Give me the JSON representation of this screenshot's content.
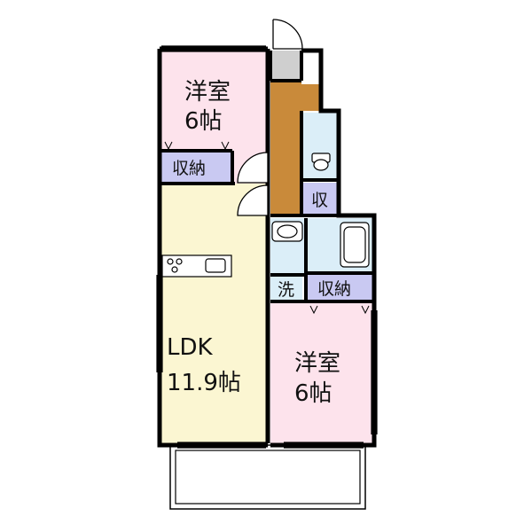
{
  "rooms": {
    "western_room_north": {
      "name": "洋室",
      "size": "6帖"
    },
    "western_room_south": {
      "name": "洋室",
      "size": "6帖"
    },
    "ldk": {
      "name": "LDK",
      "size": "11.9帖"
    }
  },
  "labels": {
    "closet_north": "収納",
    "closet_small": "収",
    "closet_south": "収納",
    "laundry": "洗"
  },
  "colors": {
    "western_room": "#fde3ec",
    "ldk": "#fbf6d2",
    "closet": "#c9c9f2",
    "wet_area": "#dbeef8",
    "corridor": "#c98a3a",
    "entrance": "#cfcfcf",
    "wall": "#000000"
  }
}
